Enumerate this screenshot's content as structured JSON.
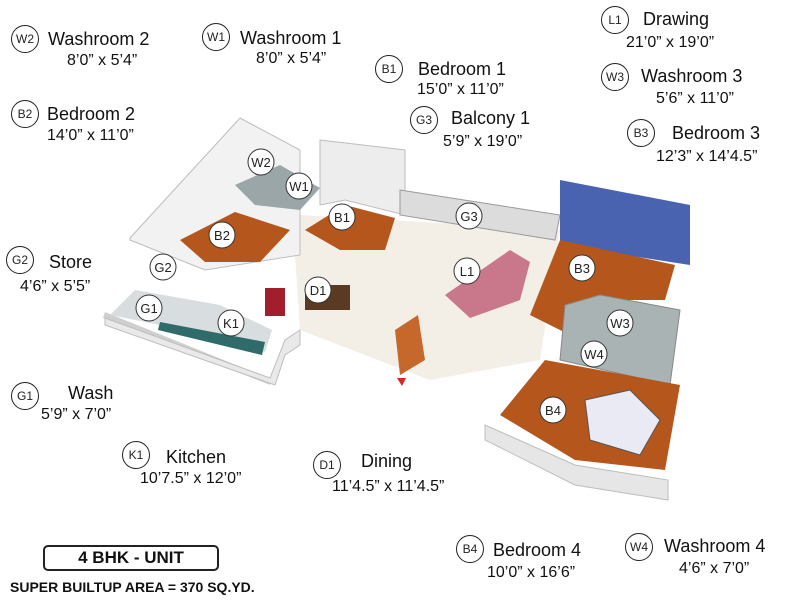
{
  "unit": {
    "title": "4 BHK - UNIT",
    "area": "SUPER BUILTUP AREA = 370 SQ.YD."
  },
  "rooms": [
    {
      "code": "W2",
      "name": "Washroom 2",
      "size": "8’0” x 5’4”"
    },
    {
      "code": "W1",
      "name": "Washroom 1",
      "size": "8’0” x 5’4”"
    },
    {
      "code": "B1",
      "name": "Bedroom 1",
      "size": "15’0” x 11’0”"
    },
    {
      "code": "L1",
      "name": "Drawing",
      "size": "21’0” x 19’0”"
    },
    {
      "code": "W3",
      "name": "Washroom 3",
      "size": "5’6” x 11’0”"
    },
    {
      "code": "B2",
      "name": "Bedroom 2",
      "size": "14’0” x 11’0”"
    },
    {
      "code": "G3",
      "name": "Balcony 1",
      "size": "5’9” x 19’0”"
    },
    {
      "code": "B3",
      "name": "Bedroom 3",
      "size": "12’3” x 14’4.5”"
    },
    {
      "code": "G2",
      "name": "Store",
      "size": "4’6” x 5’5”"
    },
    {
      "code": "G1",
      "name": "Wash",
      "size": "5’9” x 7’0”"
    },
    {
      "code": "K1",
      "name": "Kitchen",
      "size": "10’7.5” x 12’0”"
    },
    {
      "code": "D1",
      "name": "Dining",
      "size": "11’4.5” x 11’4.5”"
    },
    {
      "code": "B4",
      "name": "Bedroom 4",
      "size": "10’0” x 16’6”"
    },
    {
      "code": "W4",
      "name": "Washroom 4",
      "size": "4’6” x 7’0”"
    }
  ],
  "colors": {
    "wall": "#f2f2f2",
    "wall_shade": "#d9d9d9",
    "floor_light": "#f3efe6",
    "wood": "#b5561d",
    "tile": "#9aa6a8",
    "accent_wall": "#4a63b0",
    "bed_pink": "#c9788b",
    "entry_marker": "#e32222"
  }
}
